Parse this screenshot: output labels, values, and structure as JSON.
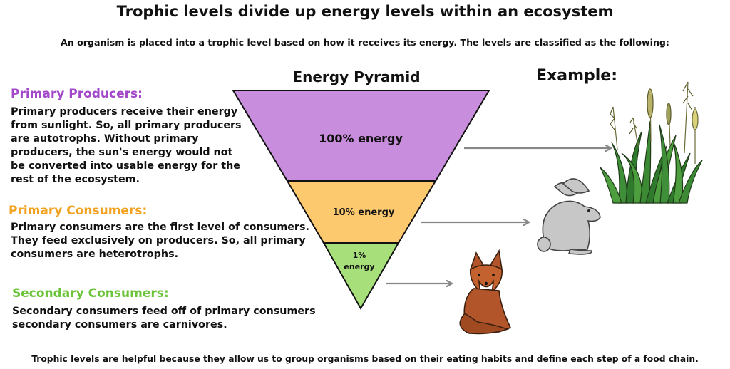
{
  "title": "Trophic levels divide up energy levels within an ecosystem",
  "intro": "An organism is placed into a trophic level based on how it receives its energy. The levels are classified as the following:",
  "pyramid": {
    "title": "Energy Pyramid",
    "levels": [
      {
        "label": "100% energy",
        "color": "#c98ddd"
      },
      {
        "label": "10% energy",
        "color": "#fdc96e"
      },
      {
        "label_line1": "1%",
        "label_line2": "energy",
        "color": "#a7e07a"
      }
    ]
  },
  "example_title": "Example:",
  "sections": {
    "primary_producers": {
      "heading": "Primary Producers:",
      "color": "#a248c9",
      "body": "Primary producers receive their energy from sunlight. So, all primary producers are autotrophs. Without primary producers, the sun's energy would not be converted into usable energy for the rest of the ecosystem."
    },
    "primary_consumers": {
      "heading": "Primary Consumers:",
      "color": "#f2a21f",
      "body": "Primary consumers are the first level of consumers. They feed exclusively on producers. So, all primary consumers are heterotrophs."
    },
    "secondary_consumers": {
      "heading": "Secondary Consumers:",
      "color": "#6cc43a",
      "body": "Secondary consumers feed off of primary consumers secondary consumers are carnivores."
    }
  },
  "examples": [
    {
      "icon": "grass-icon"
    },
    {
      "icon": "rabbit-icon"
    },
    {
      "icon": "fox-icon"
    }
  ],
  "arrow_color": "#888888",
  "footer": "Trophic levels are helpful because they allow us to group organisms based on their eating habits and define each step of a food chain."
}
